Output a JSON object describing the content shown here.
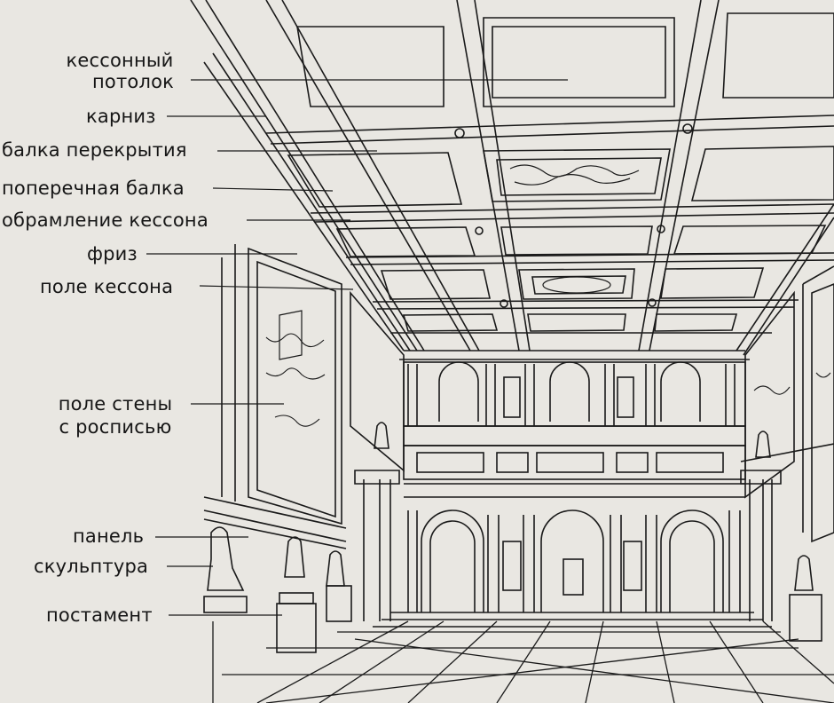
{
  "labels": {
    "coffered_ceiling_1": "кессонный",
    "coffered_ceiling_2": "потолок",
    "cornice": "карниз",
    "floor_beam": "балка перекрытия",
    "cross_beam": "поперечная балка",
    "coffer_frame": "обрамление кессона",
    "frieze": "фриз",
    "coffer_field": "поле кессона",
    "wall_field_1": "поле стены",
    "wall_field_2": "с росписью",
    "panel": "панель",
    "sculpture": "скульптура",
    "pedestal": "постамент"
  }
}
